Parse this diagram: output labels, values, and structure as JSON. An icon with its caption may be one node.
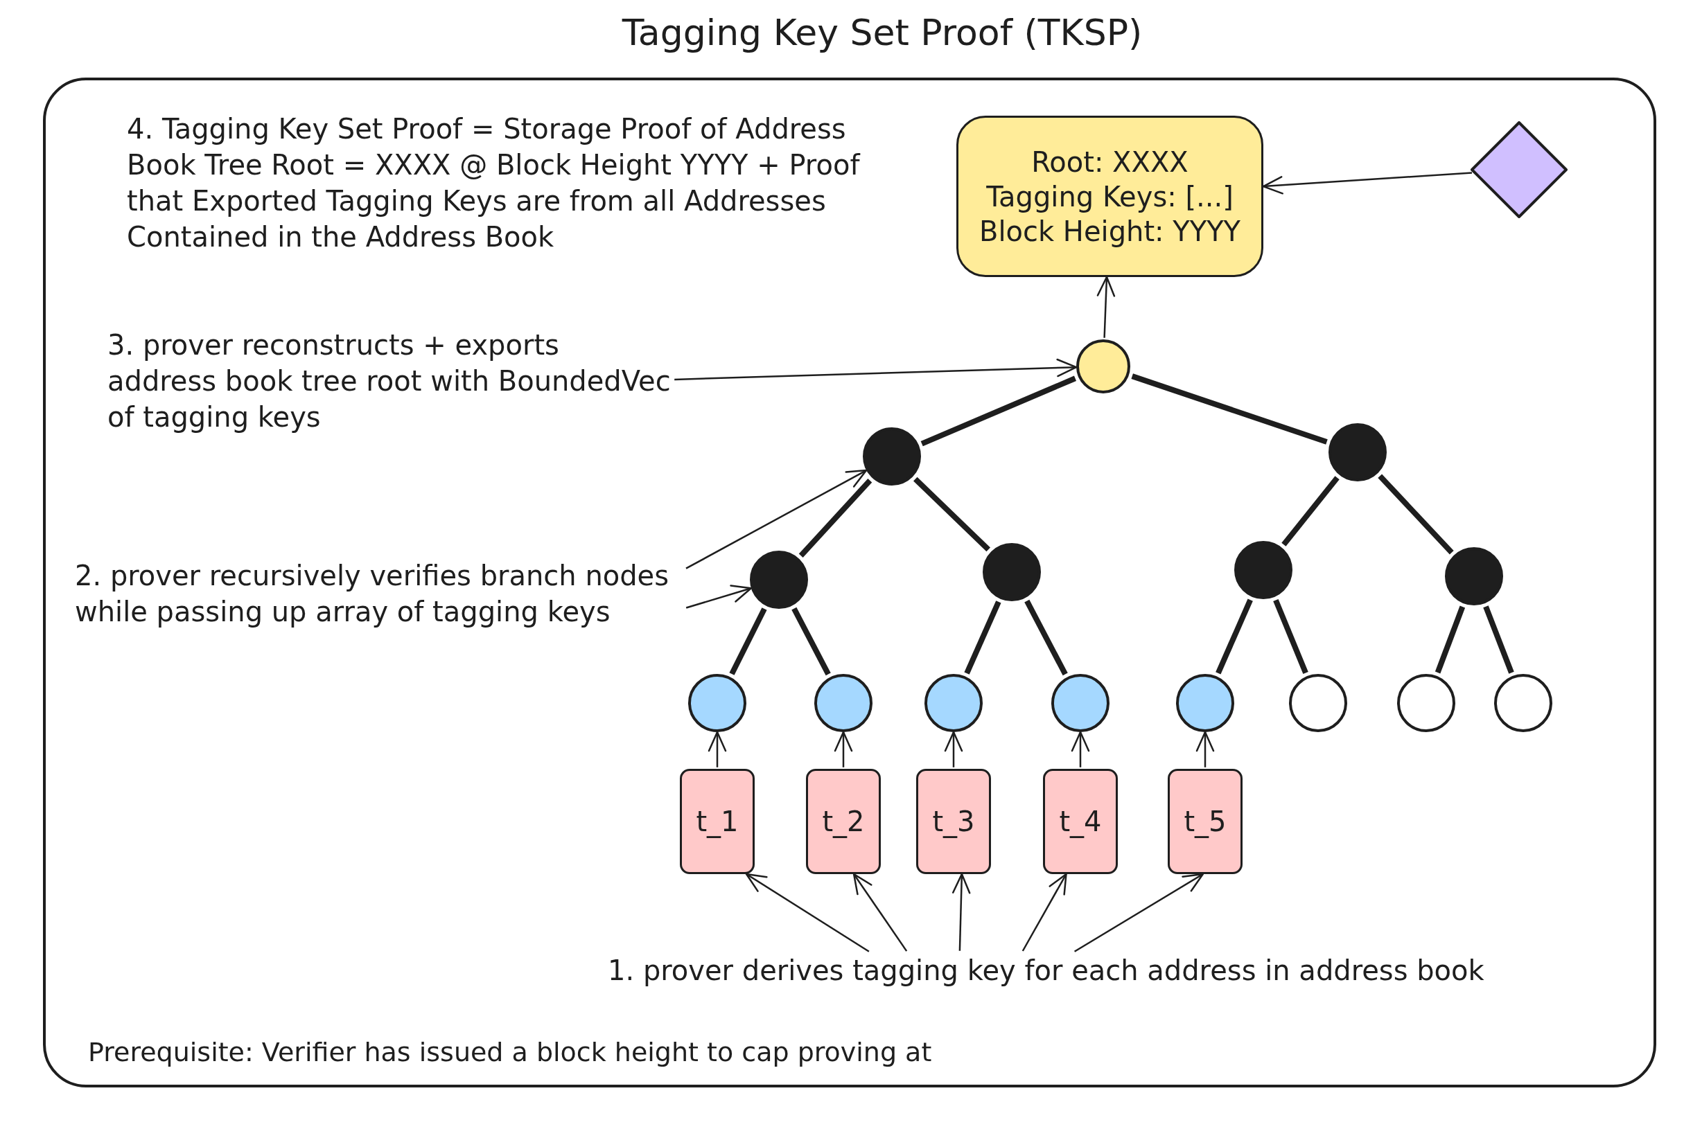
{
  "diagram": {
    "title": "Tagging Key Set Proof (TKSP)",
    "nodes": [
      {
        "text": [],
        "shape": "box"
      },
      {
        "text": [
          "Root: XXXX",
          "Tagging Keys: [...]",
          "Block Height: YYYY"
        ],
        "in": 0
      },
      {
        "text": [],
        "shape": "diamond",
        "in": 0
      },
      {
        "text": [
          "3. prover reconstructs + exports address book tree root with BoundedVec of tagging keys"
        ],
        "in": 0
      },
      {
        "text": [],
        "shape": "circle",
        "in": 0
      },
      {
        "text": [],
        "shape": "circle",
        "in": 0
      },
      {
        "text": [],
        "shape": "circle",
        "in": 0
      },
      {
        "text": [
          "2. prover recursively verifies branch nodes while passing up array of tagging keys"
        ],
        "in": 0
      },
      {
        "text": [],
        "shape": "circle",
        "in": 0
      },
      {
        "text": [],
        "shape": "circle",
        "in": 0
      },
      {
        "text": [],
        "shape": "circle",
        "in": 0
      },
      {
        "text": [],
        "shape": "circle",
        "in": 0
      },
      {
        "text": [],
        "shape": "circle",
        "in": 0
      },
      {
        "text": [],
        "shape": "circle",
        "in": 0
      },
      {
        "text": [],
        "shape": "circle",
        "in": 0
      },
      {
        "text": [],
        "shape": "circle",
        "in": 0
      },
      {
        "text": [],
        "shape": "circle",
        "in": 0
      },
      {
        "text": [],
        "shape": "circle",
        "in": 0
      },
      {
        "text": [],
        "shape": "circle",
        "in": 0
      },
      {
        "text": [],
        "shape": "circle",
        "in": 0
      },
      {
        "text": [
          "t_1"
        ],
        "in": 0
      },
      {
        "text": [
          "t_2"
        ],
        "in": 0
      },
      {
        "text": [
          "t_3"
        ],
        "in": 0
      },
      {
        "text": [
          "t_4"
        ],
        "in": 0
      },
      {
        "text": [
          "t_5"
        ],
        "in": 0
      },
      {
        "text": [
          "1. prover derives tagging key for each address in address book"
        ],
        "in": 0
      }
    ],
    "edges": [
      {
        "from": 4,
        "to": 5,
        "arrow": "none",
        "style": "thick"
      },
      {
        "from": 4,
        "to": 6,
        "arrow": "none",
        "style": "thick"
      },
      {
        "from": 5,
        "to": 8,
        "arrow": "none",
        "style": "thick"
      },
      {
        "from": 5,
        "to": 9,
        "arrow": "none",
        "style": "thick"
      },
      {
        "from": 6,
        "to": 10,
        "arrow": "none",
        "style": "thick"
      },
      {
        "from": 6,
        "to": 11,
        "arrow": "none",
        "style": "thick"
      },
      {
        "from": 8,
        "to": 12,
        "arrow": "none",
        "style": "thick"
      },
      {
        "from": 8,
        "to": 13,
        "arrow": "none",
        "style": "thick"
      },
      {
        "from": 9,
        "to": 14,
        "arrow": "none",
        "style": "thick"
      },
      {
        "from": 9,
        "to": 15,
        "arrow": "none",
        "style": "thick"
      },
      {
        "from": 10,
        "to": 16,
        "arrow": "none",
        "style": "thick"
      },
      {
        "from": 10,
        "to": 17,
        "arrow": "none",
        "style": "thick"
      },
      {
        "from": 11,
        "to": 18,
        "arrow": "none",
        "style": "thick"
      },
      {
        "from": 11,
        "to": 19,
        "arrow": "none",
        "style": "thick"
      },
      {
        "from": 4,
        "to": 1,
        "arrow": "to"
      },
      {
        "from": 2,
        "to": 1,
        "arrow": "to"
      },
      {
        "from": 3,
        "to": 4,
        "arrow": "to"
      },
      {
        "from": 7,
        "to": 5,
        "arrow": "to"
      },
      {
        "from": 7,
        "to": 8,
        "arrow": "to"
      },
      {
        "from": 20,
        "to": 12,
        "arrow": "to"
      },
      {
        "from": 21,
        "to": 13,
        "arrow": "to"
      },
      {
        "from": 22,
        "to": 14,
        "arrow": "to"
      },
      {
        "from": 23,
        "to": 15,
        "arrow": "to"
      },
      {
        "from": 24,
        "to": 16,
        "arrow": "to"
      },
      {
        "from": 25,
        "to": 20,
        "arrow": "to"
      },
      {
        "from": 25,
        "to": 21,
        "arrow": "to"
      },
      {
        "from": 25,
        "to": 22,
        "arrow": "to"
      },
      {
        "from": 25,
        "to": 23,
        "arrow": "to"
      },
      {
        "from": 25,
        "to": 24,
        "arrow": "to"
      }
    ],
    "labels": [
      "4. Tagging Key Set Proof = Storage Proof of Address Book Tree Root = XXXX @ Block Height YYYY + Proof that Exported Tagging Keys are from all Addresses Contained in the Address Book",
      "Prerequisite: Verifier has issued a block height to cap proving at"
    ]
  }
}
